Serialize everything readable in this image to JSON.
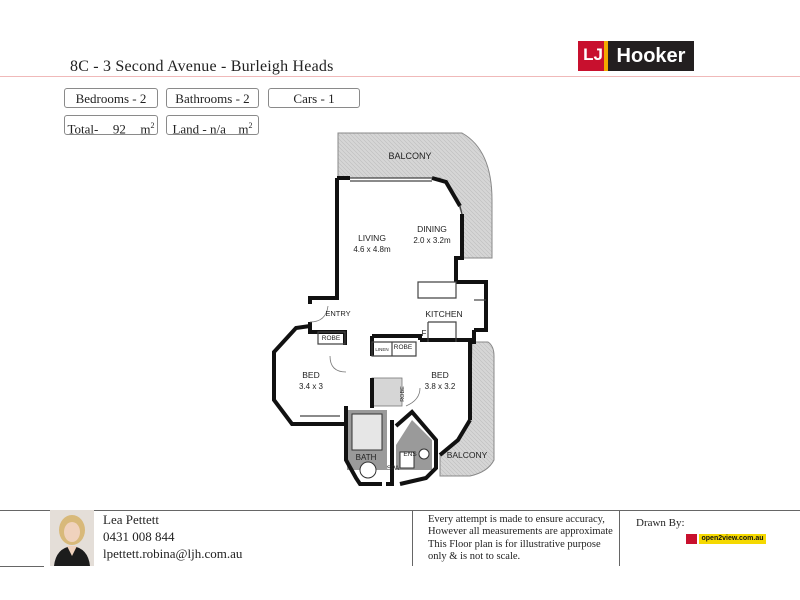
{
  "header": {
    "address": "8C - 3 Second Avenue - Burleigh Heads",
    "logo": {
      "mark": "LJ",
      "word": "Hooker",
      "brand_red": "#c8102e",
      "brand_gold": "#f2a900"
    }
  },
  "specs": {
    "bedrooms": "Bedrooms - 2",
    "bathrooms": "Bathrooms - 2",
    "cars": "Cars - 1",
    "total_label": "Total-",
    "total_value": "92",
    "total_unit": "m",
    "total_sup": "2",
    "land_label": "Land - n/a",
    "land_unit": "m",
    "land_sup": "2"
  },
  "plan": {
    "balcony_top": "BALCONY",
    "living": "LIVING",
    "living_size": "4.6 x 4.8m",
    "dining": "DINING",
    "dining_size": "2.0 x 3.2m",
    "entry": "ENTRY",
    "kitchen": "KITCHEN",
    "fridge": "F",
    "robe_left": "ROBE",
    "robe_mid": "ROBE",
    "linen": "LINEN",
    "bed_left": "BED",
    "bed_left_size": "3.4 x 3",
    "bed_right": "BED",
    "bed_right_size": "3.8 x 3.2",
    "robe_vertical": "ROBE",
    "bath": "BATH",
    "ens": "ENS",
    "spa": "SPA",
    "balcony_bottom": "BALCONY"
  },
  "footer": {
    "agent_name": "Lea Pettett",
    "agent_phone": "0431 008 844",
    "agent_email": "lpettett.robina@ljh.com.au",
    "disclaimer": "Every attempt is made to ensure accuracy, However all measurements are approximate This Floor plan is for illustrative purpose only & is not to scale.",
    "drawn_by": "Drawn By:",
    "drawn_by_logo": "open2view.com.au"
  }
}
